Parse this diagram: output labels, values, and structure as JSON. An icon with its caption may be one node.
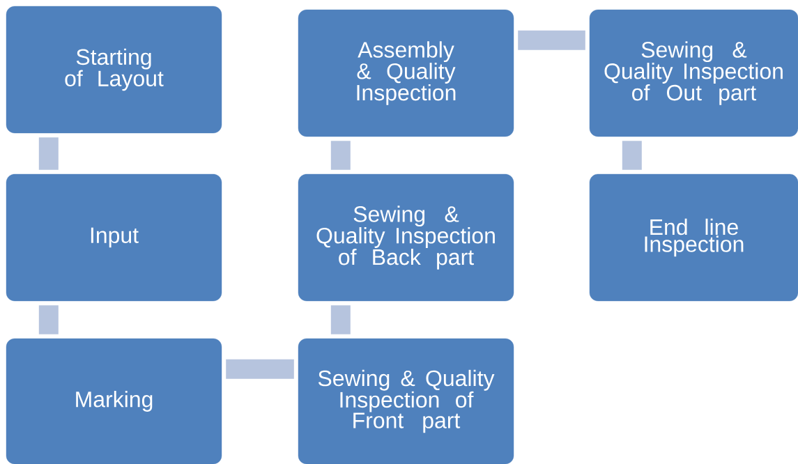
{
  "diagram": {
    "nodes": [
      {
        "text": [
          "Starting of Layout"
        ]
      },
      {
        "text": [
          "Input"
        ]
      },
      {
        "text": [
          "Marking"
        ]
      },
      {
        "text": [
          "Sewing & Quality Inspection of Front part"
        ]
      },
      {
        "text": [
          "Sewing & Quality Inspection of Back part"
        ]
      },
      {
        "text": [
          "Assembly & Quality Inspection"
        ]
      },
      {
        "text": [
          "Sewing & Quality Inspection of Out part"
        ]
      },
      {
        "text": [
          "End line Inspection"
        ]
      }
    ],
    "edges": [
      {
        "from": 0,
        "to": 1,
        "arrow": "none"
      },
      {
        "from": 1,
        "to": 2,
        "arrow": "none"
      },
      {
        "from": 2,
        "to": 3,
        "arrow": "none"
      },
      {
        "from": 3,
        "to": 4,
        "arrow": "none"
      },
      {
        "from": 4,
        "to": 5,
        "arrow": "none"
      },
      {
        "from": 5,
        "to": 6,
        "arrow": "none"
      },
      {
        "from": 6,
        "to": 7,
        "arrow": "none"
      }
    ]
  }
}
